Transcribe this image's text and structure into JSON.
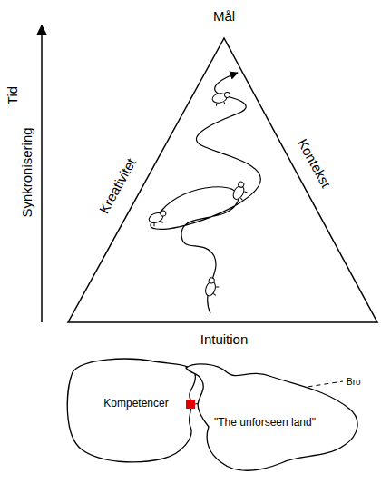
{
  "diagram": {
    "nodes": [
      {
        "text": [
          "Kompetencer"
        ]
      },
      {
        "text": [
          "\"The unforseen land\""
        ]
      }
    ],
    "labels": [
      "Mål",
      "Tid",
      "Synkronisering",
      "Kreativitet",
      "Kontekst",
      "Intuition",
      "Bro"
    ]
  }
}
